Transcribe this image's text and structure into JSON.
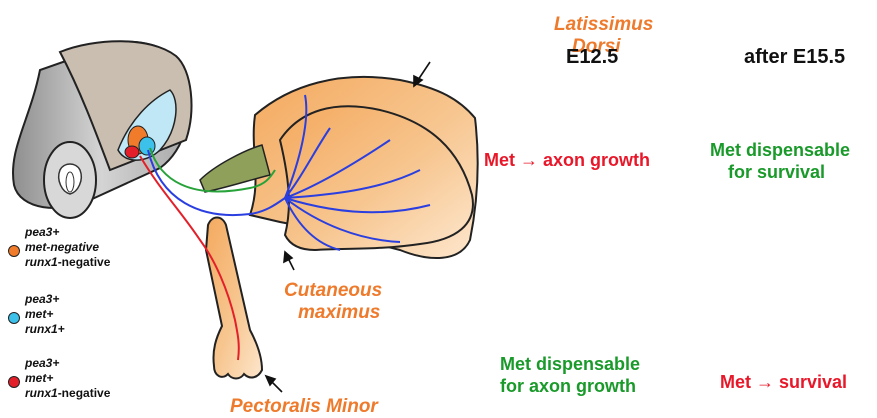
{
  "muscles": {
    "latissimus_line1": "Latissimus",
    "latissimus_line2": "Dorsi",
    "cutaneous_line1": "Cutaneous",
    "cutaneous_line2": "maximus",
    "pectoralis": "Pectoralis Minor"
  },
  "columns": {
    "e12_5": "E12.5",
    "after_e15_5": "after E15.5"
  },
  "statements": {
    "e12_met_axon": "Met → axon growth",
    "e12_dispensable_line1": "Met dispensable",
    "e12_dispensable_line2": "for axon growth",
    "late_dispensable_line1": "Met dispensable",
    "late_dispensable_line2": "for survival",
    "late_met_survival": "Met → survival"
  },
  "legend": [
    {
      "marker": "orange",
      "color": "#f07b2a",
      "line1": "pea3+",
      "line2": "met-negative",
      "line3a": "runx1",
      "line3b": "-negative"
    },
    {
      "marker": "cyan",
      "color": "#3cc1ea",
      "line1": "pea3+",
      "line2": "met+",
      "line3a": "runx1+",
      "line3b": ""
    },
    {
      "marker": "red",
      "color": "#e3202a",
      "line1": "pea3+",
      "line2": "met+",
      "line3a": "runx1",
      "line3b": "-negative"
    }
  ],
  "colors": {
    "muscle_fill": "#f6c38c",
    "muscle_label": "#ee7a2c",
    "nerve_blue": "#2b3fe0",
    "nerve_green": "#27a33a",
    "nerve_red": "#e3202a",
    "cord_gray": "#b8b8b8"
  }
}
